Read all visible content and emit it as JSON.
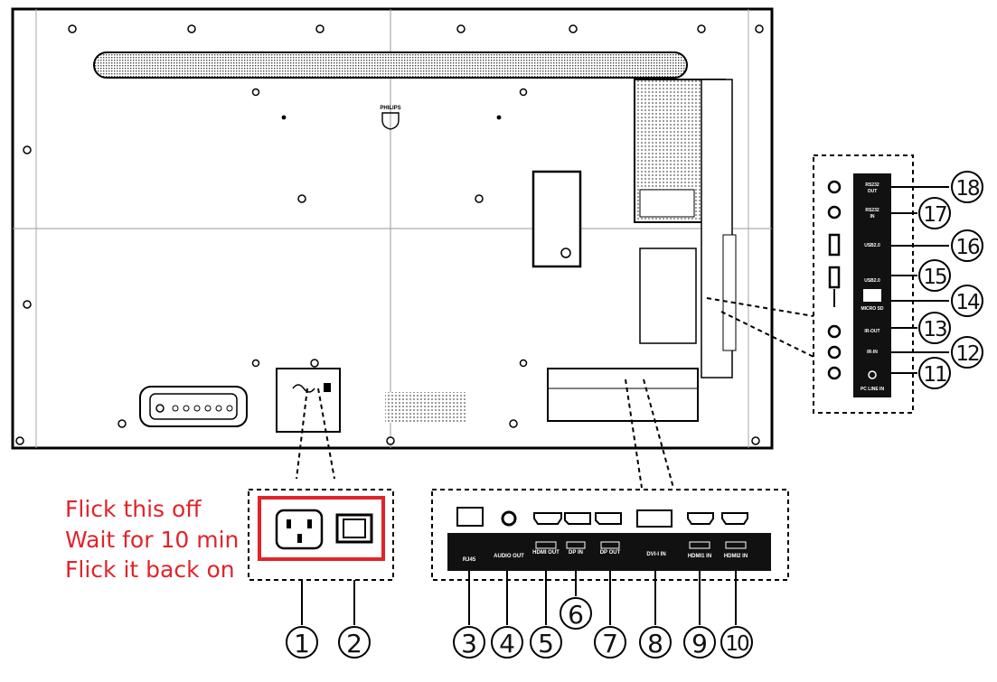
{
  "instructions": [
    "Flick this off",
    "Wait for 10 min",
    "Flick it back on"
  ],
  "brand": "PHILIPS",
  "port_labels": {
    "rj45": "RJ45",
    "audio_out": "AUDIO OUT",
    "hdmi_out": "HDMI OUT",
    "dp_in": "DP IN",
    "dp_out": "DP OUT",
    "dvi_in": "DVI-I IN",
    "hdmi1_in": "HDMI1 IN",
    "hdmi2_in": "HDMI2 IN",
    "rs232_out": [
      "RS232",
      "OUT"
    ],
    "rs232_in": [
      "RS232",
      "IN"
    ],
    "usb_a": "USB2.0",
    "usb_b": "USB2.0",
    "micro_sd": "MICRO SD",
    "ir_out": "IR-OUT",
    "ir_in": "IR-IN",
    "pc_line_in": "PC LINE IN"
  },
  "callouts": {
    "n1": "1",
    "n2": "2",
    "n3": "3",
    "n4": "4",
    "n5": "5",
    "n6": "6",
    "n7": "7",
    "n8": "8",
    "n9": "9",
    "n10": "10",
    "n11": "11",
    "n12": "12",
    "n13": "13",
    "n14": "14",
    "n15": "15",
    "n16": "16",
    "n17": "17",
    "n18": "18"
  },
  "colors": {
    "highlight": "#e0242a",
    "panel": "#111111",
    "line": "#000000"
  }
}
